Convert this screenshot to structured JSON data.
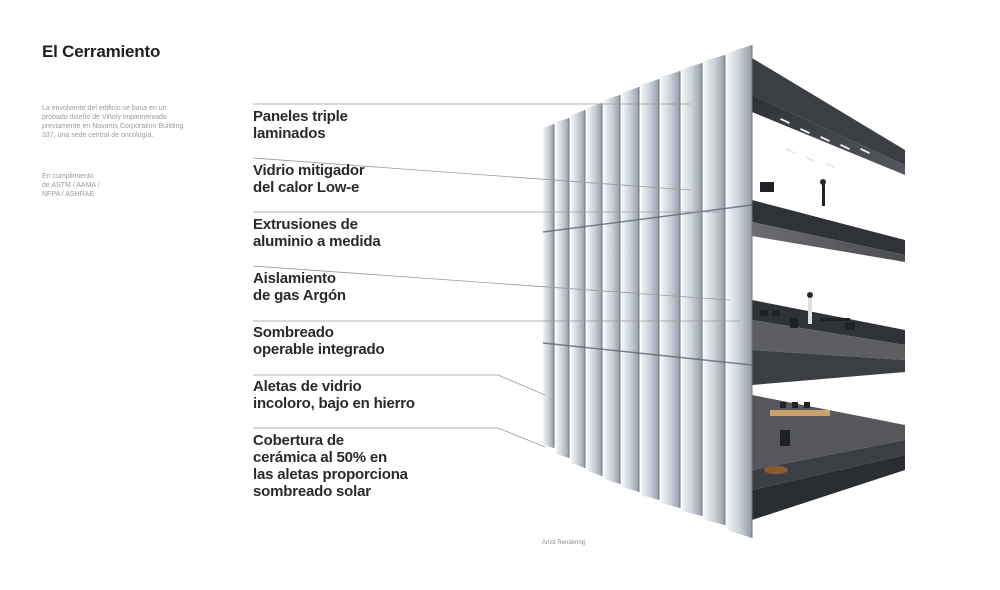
{
  "page": {
    "title": "El Cerramiento",
    "description": "La envolvente del edificio se basa en un probado diseño de Viñoly implementado previamente en Novartis Corporation Building 337, una sede central de oncología.",
    "compliance": [
      "En cumplimiento",
      "de ASTM / AAMA /",
      "NFPA / ASHRAE"
    ],
    "caption": "Artist Rendering"
  },
  "features": [
    {
      "lines": [
        "Paneles triple",
        "laminados"
      ]
    },
    {
      "lines": [
        "Vidrio mitigador",
        "del calor Low-e"
      ]
    },
    {
      "lines": [
        "Extrusiones de",
        "aluminio a medida"
      ]
    },
    {
      "lines": [
        "Aislamiento",
        "de gas Argón"
      ]
    },
    {
      "lines": [
        "Sombreado",
        "operable integrado"
      ]
    },
    {
      "lines": [
        "Aletas de vidrio",
        "incoloro, bajo en hierro"
      ]
    },
    {
      "lines": [
        "Cobertura de",
        "cerámica al 50% en",
        "las aletas proporciona",
        "sombreado solar"
      ]
    }
  ],
  "colors": {
    "glass_light": "#e8ecf0",
    "glass_mid": "#c3cad2",
    "glass_dark": "#8e98a3",
    "slab": "#3a3d42",
    "floor": "#5a5c60",
    "leader": "#9a9a9a"
  }
}
